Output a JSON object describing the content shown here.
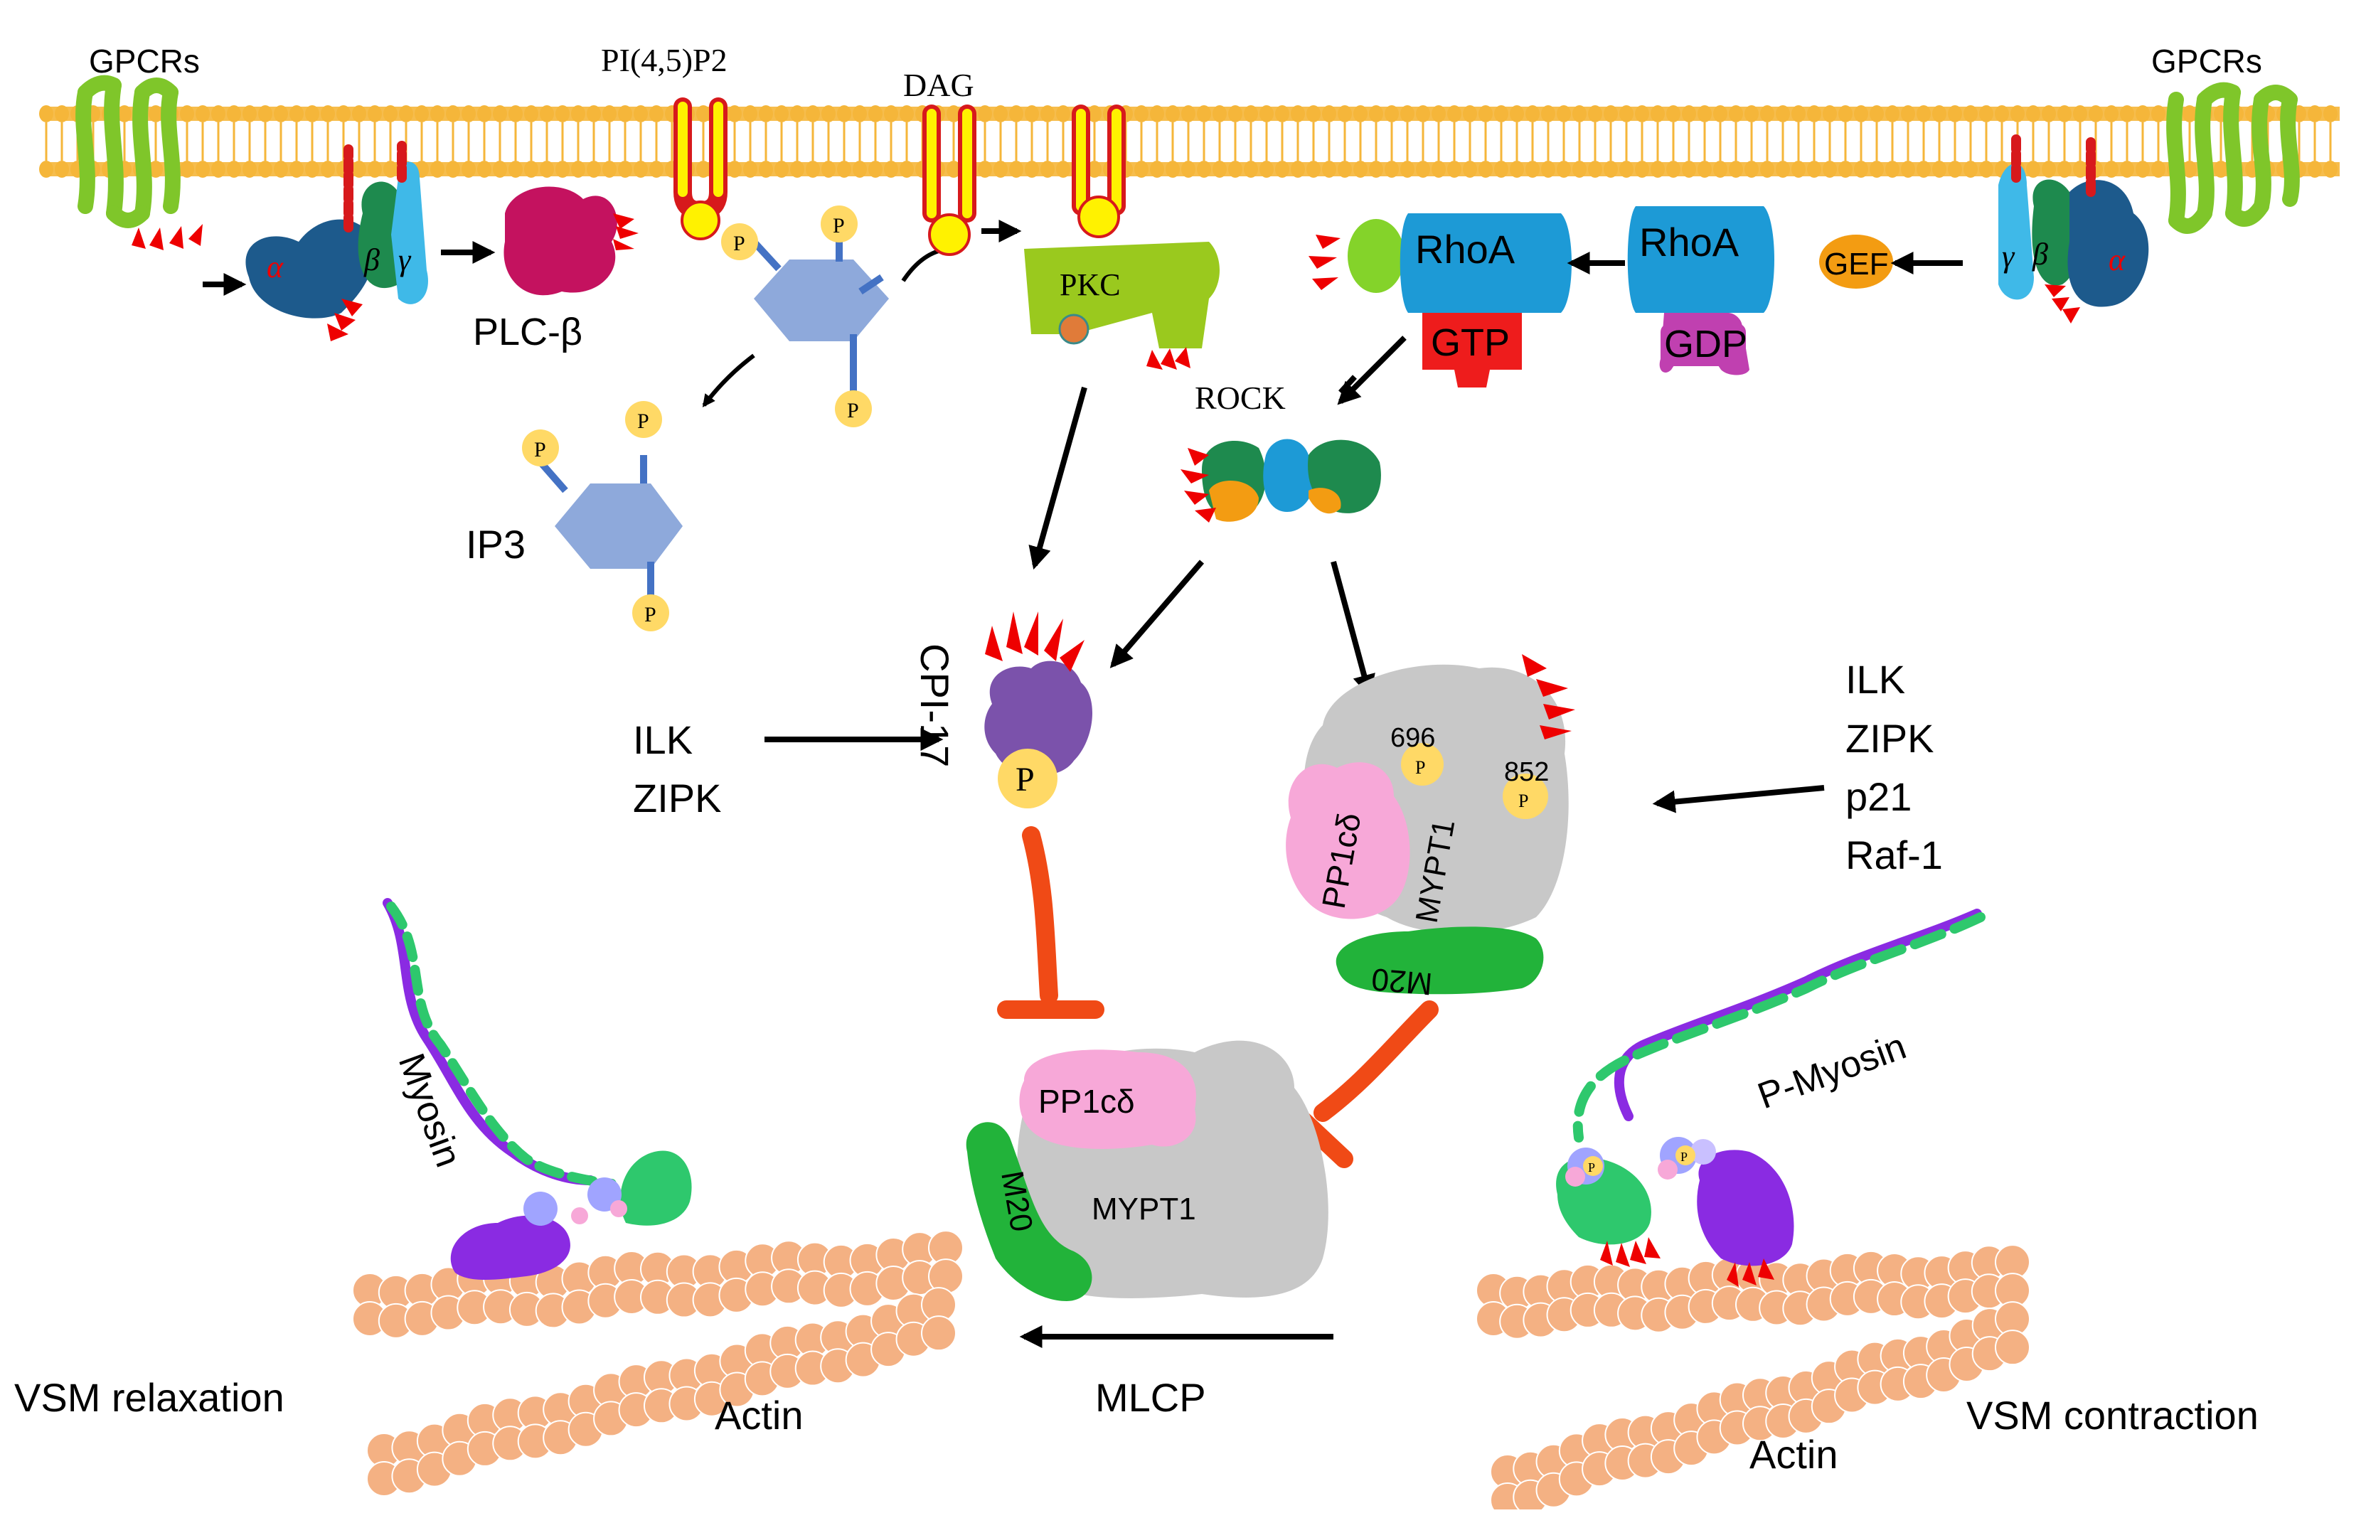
{
  "labels": {
    "gpcrs_left": "GPCRs",
    "gpcrs_right": "GPCRs",
    "pip2": "PI(4,5)P2",
    "dag": "DAG",
    "plc": "PLC-β",
    "pkc": "PKC",
    "ip3": "IP3",
    "rhoa_gtp": "RhoA",
    "rhoa_gdp": "RhoA",
    "gtp": "GTP",
    "gdp": "GDP",
    "gef": "GEF",
    "rock": "ROCK",
    "cpi17": "CPI-17",
    "p": "P",
    "alpha": "α",
    "beta": "β",
    "gamma": "γ",
    "ilk_zipk_left": [
      "ILK",
      "ZIPK"
    ],
    "kinases_right": [
      "ILK",
      "ZIPK",
      "p21",
      "Raf-1"
    ],
    "pp1": "PP1cδ",
    "mypt1": "MYPT1",
    "m20": "M20",
    "site_696": "696",
    "site_852": "852",
    "myosin": "Myosin",
    "p_myosin": "P-Myosin",
    "actin_left": "Actin",
    "actin_right": "Actin",
    "mlcp": "MLCP",
    "vsm_relaxation": "VSM relaxation",
    "vsm_contraction": "VSM contraction"
  },
  "colors": {
    "membrane": "#f5b63a",
    "gpcr": "#7fc62a",
    "g_alpha": "#1d5a8c",
    "g_beta": "#1e8a4e",
    "g_gamma": "#3fb9e8",
    "plc": "#c4125f",
    "pip2_tail": "#fff200",
    "pip2_outline": "#d7191c",
    "hexagon": "#8ea9db",
    "phosphate": "#ffd966",
    "pkc": "#9ac91e",
    "rhoa": "#1d9ad6",
    "gtp": "#ee1c1c",
    "gdp": "#c040b0",
    "gef": "#f39c12",
    "rock_green": "#1e8a4e",
    "rock_orange": "#f39c12",
    "rock_blue": "#1d9ad6",
    "cpi17": "#7b52ab",
    "pp1": "#f7a8d8",
    "mypt1": "#c8c8c8",
    "m20": "#22b33a",
    "inhibit": "#f04a16",
    "actin": "#f4b183",
    "myosin_green": "#2ec86d",
    "myosin_purple": "#8a2be2"
  }
}
